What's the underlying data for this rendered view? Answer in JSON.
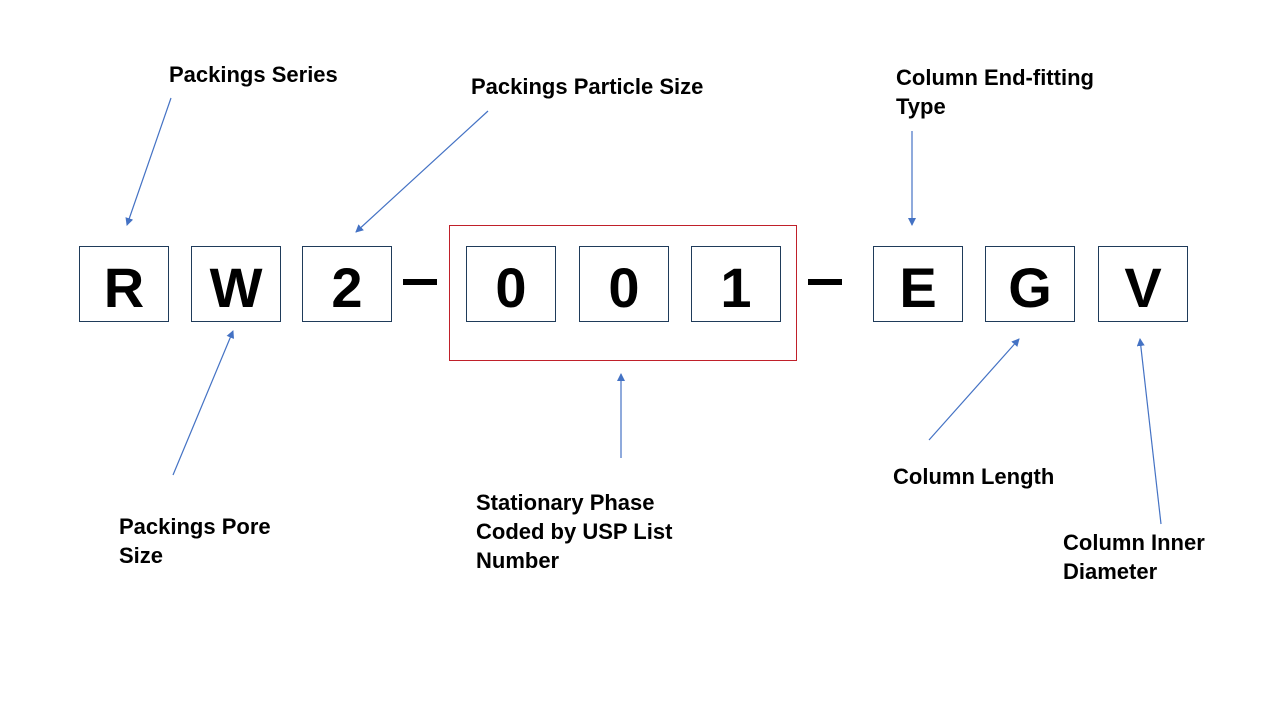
{
  "code": {
    "chars": [
      "R",
      "W",
      "2",
      "0",
      "0",
      "1",
      "E",
      "G",
      "V"
    ]
  },
  "labels": {
    "packings_series": "Packings Series",
    "packings_particle_size": "Packings Particle Size",
    "column_end_fitting_type": [
      "Column End-fitting",
      "Type"
    ],
    "packings_pore_size": [
      "Packings Pore",
      "Size"
    ],
    "stationary_phase": [
      "Stationary Phase",
      "Coded by USP List",
      "Number"
    ],
    "column_length": "Column Length",
    "column_inner_diameter": [
      "Column Inner",
      "Diameter"
    ]
  },
  "colors": {
    "arrow": "#4472c4",
    "highlight_border": "#c0202a",
    "box_border": "#1f3b5a",
    "text": "#000000"
  }
}
